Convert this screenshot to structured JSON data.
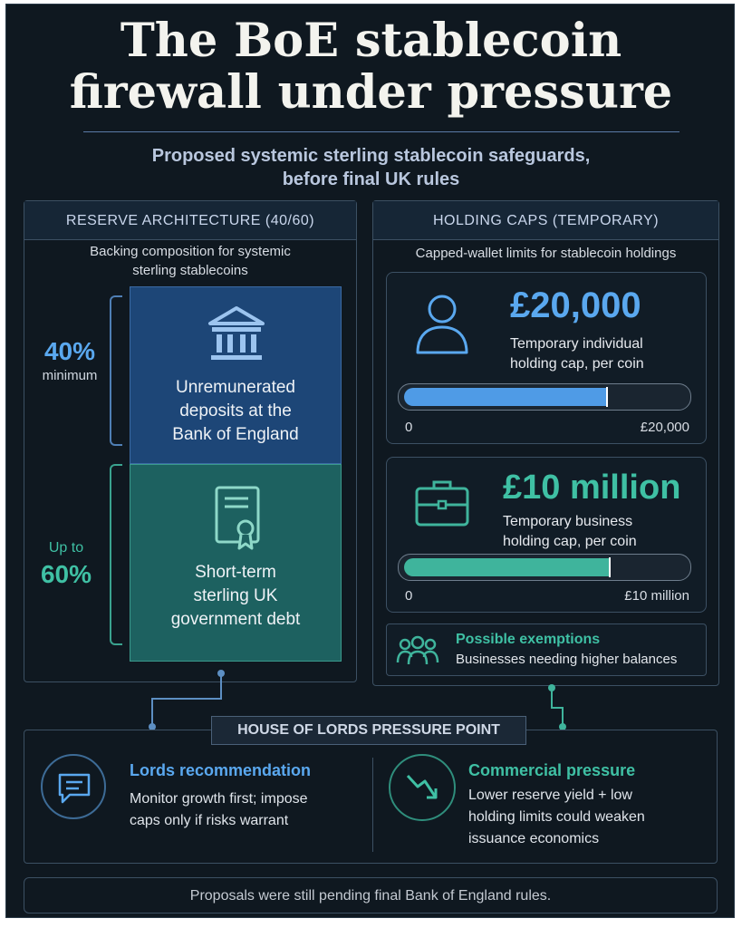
{
  "title": {
    "line1": "The BoE stablecoin",
    "line2": "firewall under pressure"
  },
  "subtitle": {
    "line1": "Proposed systemic sterling stablecoin safeguards,",
    "line2": "before final UK rules"
  },
  "reserve": {
    "heading": "RESERVE ARCHITECTURE (40/60)",
    "desc_line1": "Backing composition for systemic",
    "desc_line2": "sterling stablecoins",
    "top": {
      "pct": "40%",
      "pct_label": "minimum",
      "line1": "Unremunerated",
      "line2": "deposits at the",
      "line3": "Bank of England",
      "color": "#1d4677"
    },
    "bottom": {
      "pct_label": "Up to",
      "pct": "60%",
      "line1": "Short-term",
      "line2": "sterling UK",
      "line3": "government debt",
      "color": "#1d6160"
    }
  },
  "caps": {
    "heading": "HOLDING CAPS (TEMPORARY)",
    "desc": "Capped-wallet limits for stablecoin holdings",
    "individual": {
      "value": "£20,000",
      "line1": "Temporary individual",
      "line2": "holding cap, per coin",
      "axis_min": "0",
      "axis_max": "£20,000",
      "fill_fraction": 0.72,
      "color": "#4f9be6"
    },
    "business": {
      "value": "£10 million",
      "line1": "Temporary business",
      "line2": "holding cap, per coin",
      "axis_min": "0",
      "axis_max": "£10 million",
      "fill_fraction": 0.73,
      "color": "#3fb49c"
    },
    "exemptions": {
      "title": "Possible exemptions",
      "desc": "Businesses needing higher balances"
    }
  },
  "lords": {
    "badge": "HOUSE OF LORDS PRESSURE POINT",
    "recommendation": {
      "title": "Lords recommendation",
      "line1": "Monitor growth first; impose",
      "line2": "caps only if risks warrant"
    },
    "commercial": {
      "title": "Commercial pressure",
      "line1": "Lower reserve yield + low",
      "line2": "holding limits could weaken",
      "line3": "issuance economics"
    }
  },
  "footer": "Proposals were still pending final Bank of England rules.",
  "colors": {
    "accent_blue": "#5aa8ef",
    "accent_green": "#3fc0a4",
    "background": "#0f1820"
  }
}
